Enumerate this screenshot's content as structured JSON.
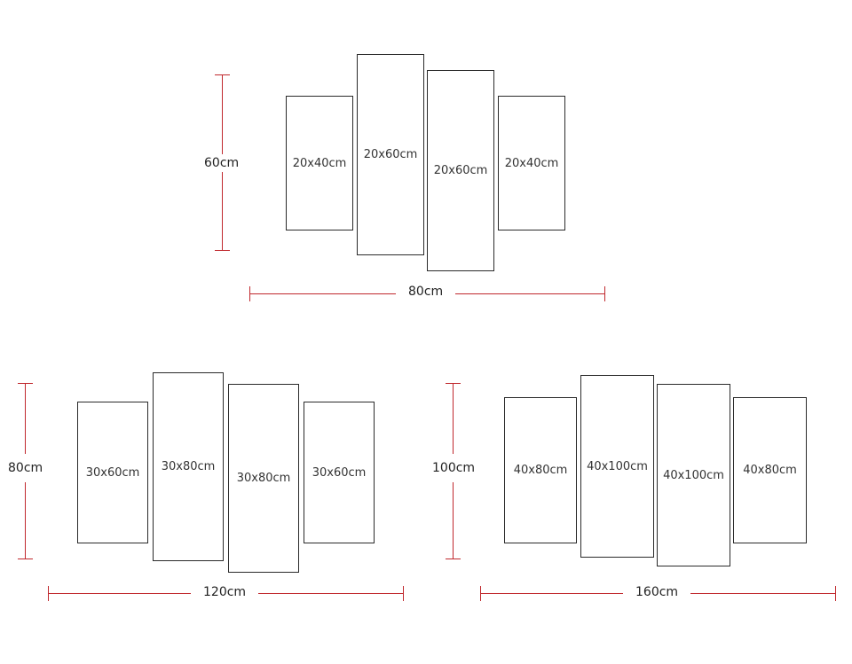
{
  "colors": {
    "dimension_line": "#c0282d",
    "panel_border": "#2a2a2a",
    "text": "#222222"
  },
  "layouts": [
    {
      "height_label": "60cm",
      "width_label": "80cm",
      "panels": [
        {
          "label": "20x40cm"
        },
        {
          "label": "20x60cm"
        },
        {
          "label": "20x60cm"
        },
        {
          "label": "20x40cm"
        }
      ]
    },
    {
      "height_label": "80cm",
      "width_label": "120cm",
      "panels": [
        {
          "label": "30x60cm"
        },
        {
          "label": "30x80cm"
        },
        {
          "label": "30x80cm"
        },
        {
          "label": "30x60cm"
        }
      ]
    },
    {
      "height_label": "100cm",
      "width_label": "160cm",
      "panels": [
        {
          "label": "40x80cm"
        },
        {
          "label": "40x100cm"
        },
        {
          "label": "40x100cm"
        },
        {
          "label": "40x80cm"
        }
      ]
    }
  ]
}
